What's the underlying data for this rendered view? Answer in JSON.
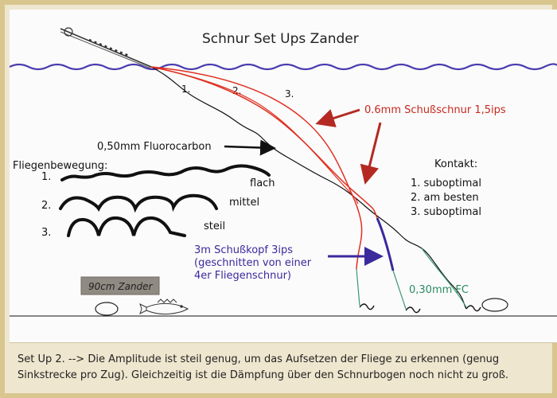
{
  "title": "Schnur Set Ups Zander",
  "setup_numbers": [
    "1.",
    "2.",
    "3."
  ],
  "labels": {
    "schusschnur": "0.6mm Schußschnur 1,5ips",
    "fluorocarbon": "0,50mm Fluorocarbon",
    "schusskopf_line1": "3m Schußkopf 3ips",
    "schusskopf_line2": "(geschnitten von einer",
    "schusskopf_line3": "4er Fliegenschnur)",
    "tippet": "0,30mm  FC",
    "zander_tag": "90cm Zander"
  },
  "fly_motion": {
    "title": "Fliegenbewegung:",
    "items": [
      {
        "num": "1.",
        "label": "flach"
      },
      {
        "num": "2.",
        "label": "mittel"
      },
      {
        "num": "3.",
        "label": "steil"
      }
    ]
  },
  "contact": {
    "title": "Kontakt:",
    "items": [
      "1. suboptimal",
      "2. am besten",
      "3. suboptimal"
    ]
  },
  "caption": "Set Up 2. --> Die Amplitude ist steil genug, um das Aufsetzen der Fliege zu erkennen (genug Sinkstrecke pro Zug). Gleichzeitig ist die Dämpfung über den Schnurbogen noch nicht zu groß.",
  "colors": {
    "water": "#4a3cb0",
    "red_line": "#e03020",
    "red_arrow": "#b42a22",
    "blue_line": "#3a2a9c",
    "green_leader": "#3a9a70",
    "ink": "#111111"
  }
}
